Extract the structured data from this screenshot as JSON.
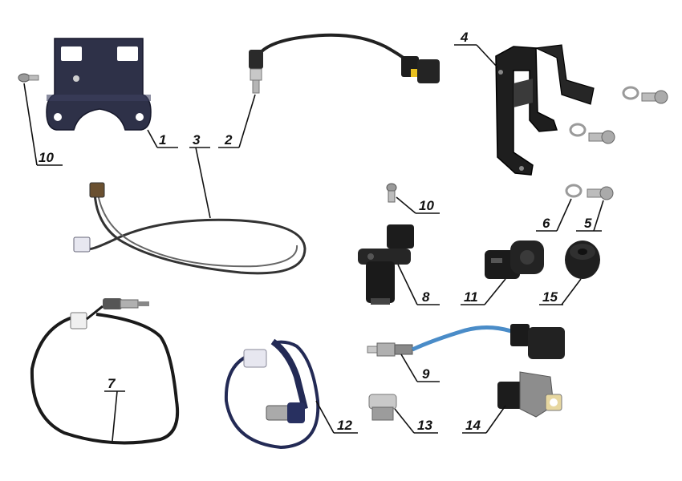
{
  "colors": {
    "metal_dark": "#2e3148",
    "black": "#1b1b1b",
    "cable": "#222222",
    "blue_cable": "#4a8cc8",
    "navy_cable": "#232a55",
    "steel": "#b8b8b8",
    "yellow": "#e8c020",
    "grey_body": "#8d8d8d"
  },
  "callouts": [
    {
      "id": "1",
      "label": "1"
    },
    {
      "id": "2",
      "label": "2"
    },
    {
      "id": "3",
      "label": "3"
    },
    {
      "id": "4",
      "label": "4"
    },
    {
      "id": "5",
      "label": "5"
    },
    {
      "id": "6",
      "label": "6"
    },
    {
      "id": "7",
      "label": "7"
    },
    {
      "id": "8",
      "label": "8"
    },
    {
      "id": "9",
      "label": "9"
    },
    {
      "id": "10a",
      "label": "10"
    },
    {
      "id": "10b",
      "label": "10"
    },
    {
      "id": "11",
      "label": "11"
    },
    {
      "id": "12",
      "label": "12"
    },
    {
      "id": "13",
      "label": "13"
    },
    {
      "id": "14",
      "label": "14"
    },
    {
      "id": "15",
      "label": "15"
    }
  ]
}
